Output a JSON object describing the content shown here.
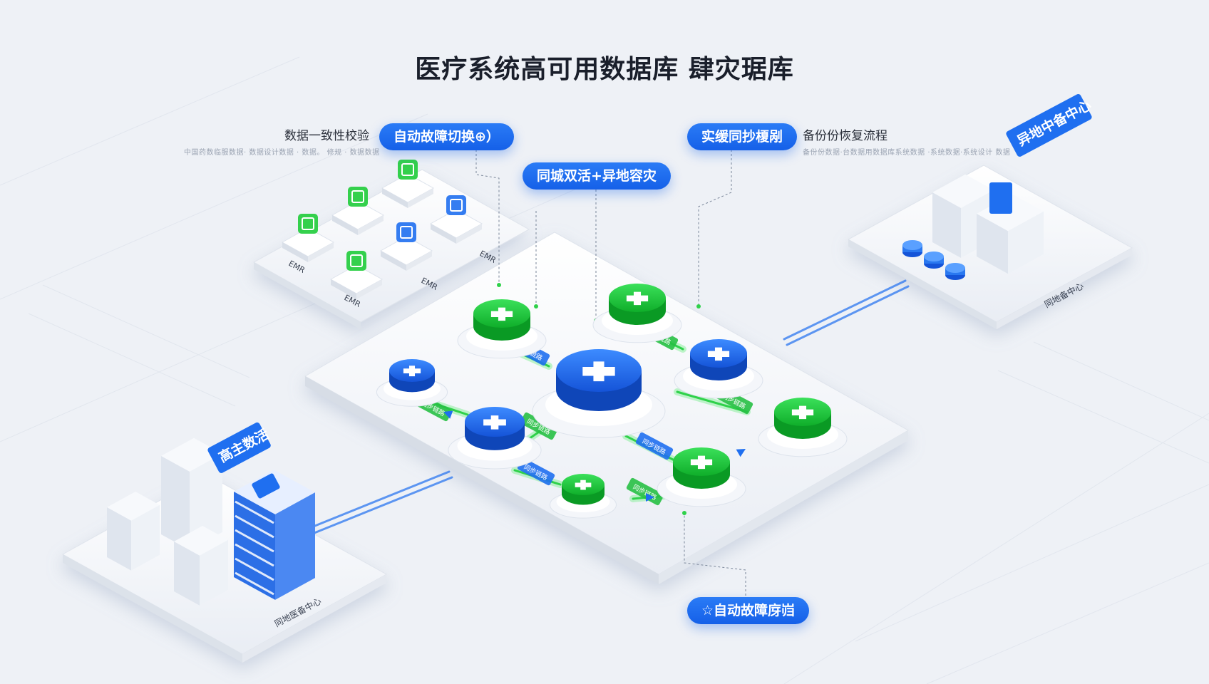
{
  "title": "医疗系统高可用数据库 肆灾琚库",
  "callouts": {
    "auto_failover_switch": "自动故障切换⊕）",
    "realtime_sync": "实缓同抄榎剐",
    "dual_active": "同城双活+异地容灾",
    "auto_failover_bottom": "☆自动故障庌岿"
  },
  "notes": {
    "consistency_check": {
      "main": "数据一致性校验",
      "sub": "中国药数临服数据· 数据设计数据 · 数据。 修规 · 数据数据"
    },
    "backup_flow": {
      "main": "备份份恢复流程",
      "sub": "备份份数据·台数据用数据库系统数据 ·系统数据·系统设计 数据"
    }
  },
  "sites": {
    "remote_tag": "异地中备中心",
    "remote_caption": "同地备中心",
    "main_tag": "高主数活",
    "main_caption": "同地医备中心"
  },
  "emr_labels": [
    "EMR",
    "EMR",
    "EMR",
    "EMR"
  ],
  "link_labels": [
    "同步链路",
    "同步链路",
    "同步链路",
    "同步链路",
    "同步链路",
    "同步链路",
    "同步链路",
    "同步链路"
  ],
  "colors": {
    "accent_blue": "#1f6ff0",
    "accent_green": "#1fcc3a",
    "background": "#eef1f6"
  }
}
